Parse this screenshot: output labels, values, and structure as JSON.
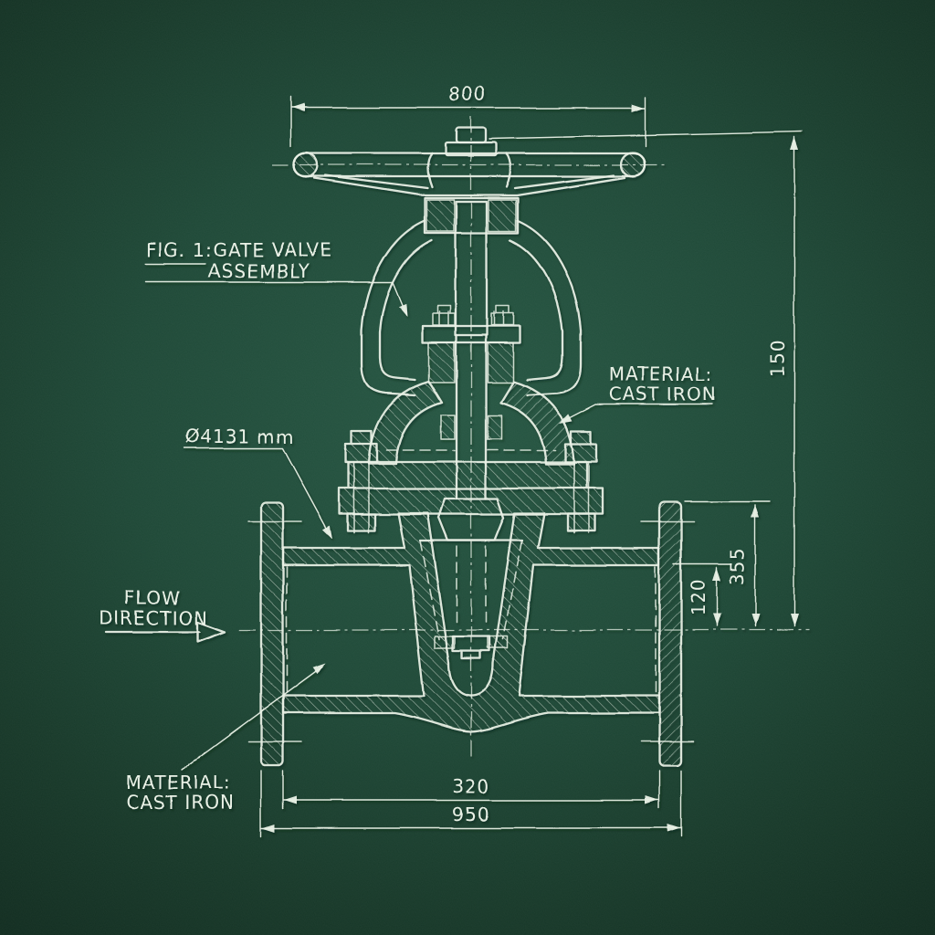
{
  "drawing_title": {
    "line1": "FIG. 1:",
    "line2": "GATE VALVE",
    "line3": "ASSEMBLY"
  },
  "labels": {
    "material_upper": {
      "line1": "MATERIAL:",
      "line2": "CAST IRON"
    },
    "material_lower": {
      "line1": "MATERIAL:",
      "line2": "CAST IRON"
    },
    "diameter": "Ø4131 mm",
    "flow": {
      "line1": "FLOW",
      "line2": "DIRECTION"
    }
  },
  "dimensions": {
    "handwheel_width": "800",
    "overall_height": "150",
    "flange_top_to_centerline": "355",
    "bore_top_to_centerline": "120",
    "flange_inner_span": "320",
    "face_to_face": "950"
  },
  "style": {
    "board_green": "#1a4634",
    "chalk": "#e9f1e6"
  }
}
